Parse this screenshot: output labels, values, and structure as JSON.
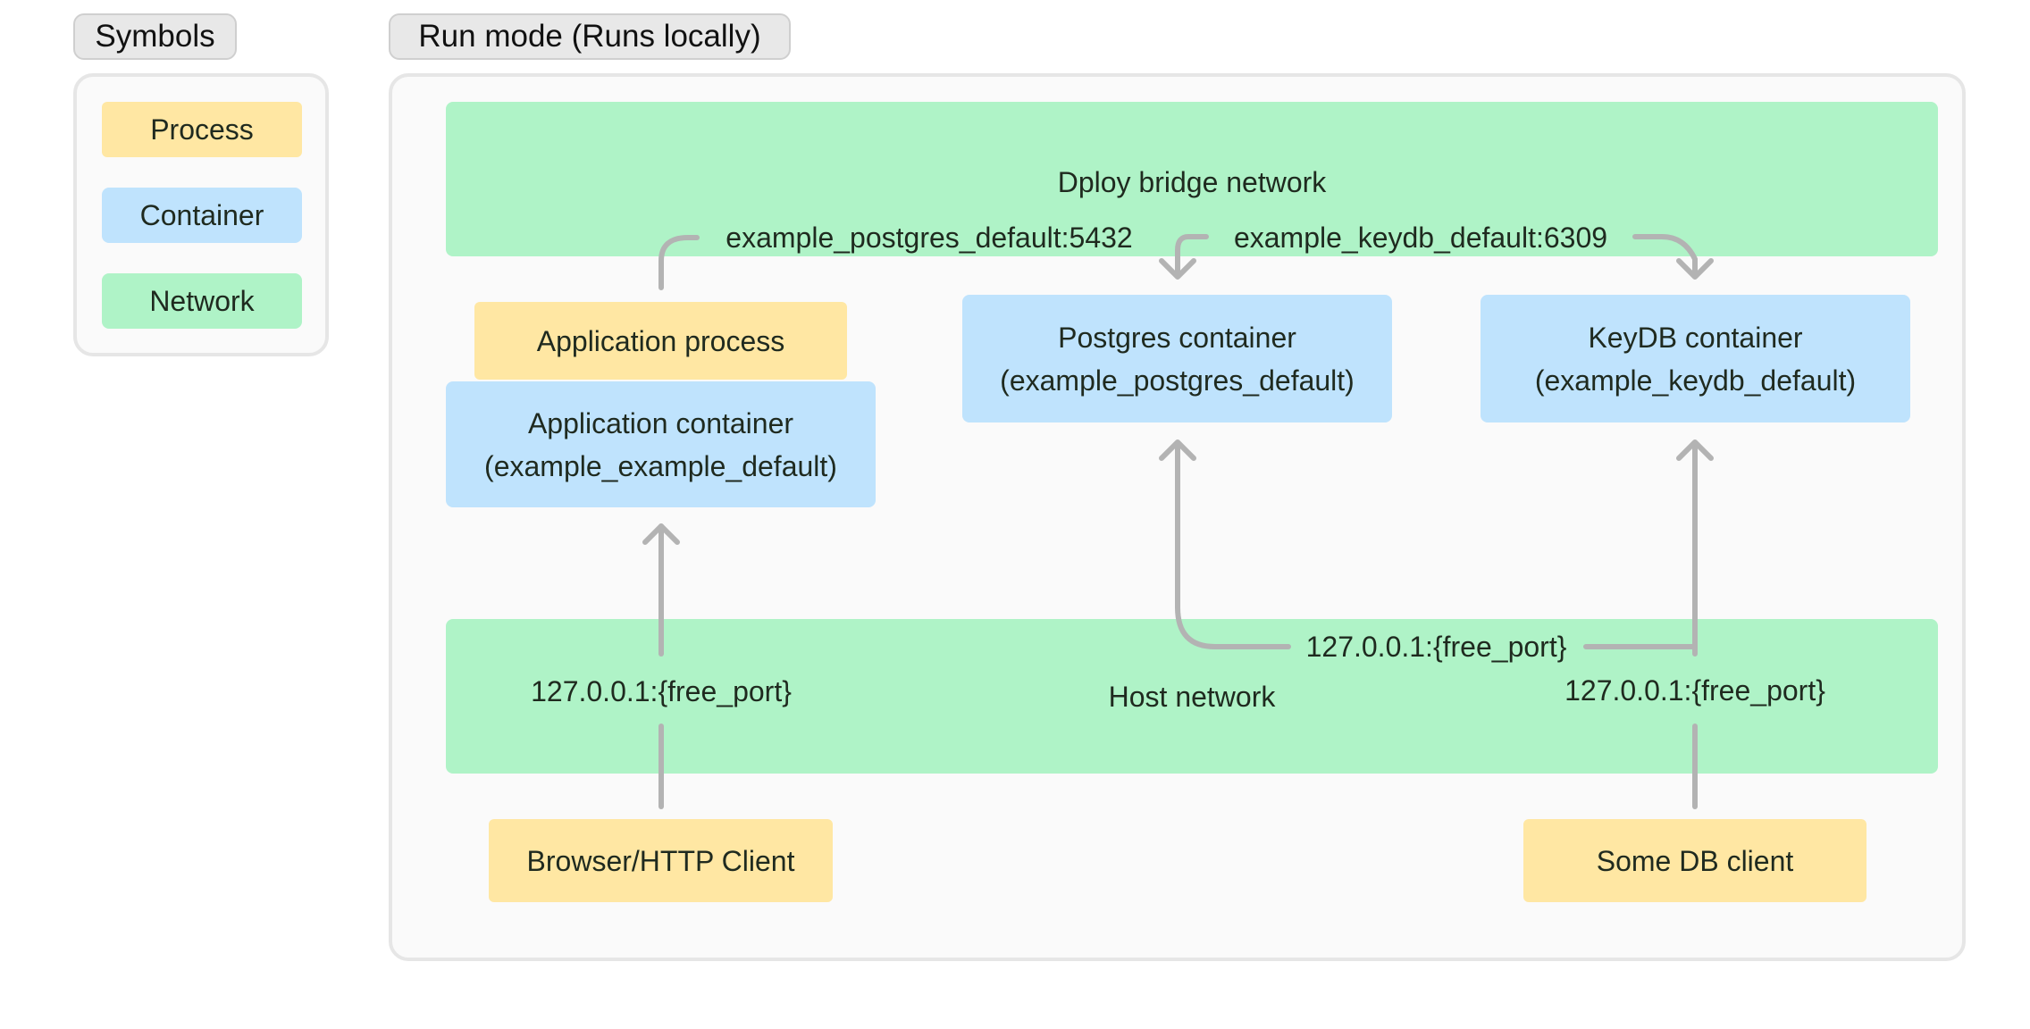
{
  "legend": {
    "title": "Symbols",
    "items": [
      {
        "label": "Process",
        "color": "#ffe7a3"
      },
      {
        "label": "Container",
        "color": "#bfe3fd"
      },
      {
        "label": "Network",
        "color": "#aff3c7"
      }
    ]
  },
  "diagram": {
    "title": "Run mode (Runs locally)",
    "bridge_network": {
      "label": "Dploy bridge network"
    },
    "host_network": {
      "label": "Host network"
    },
    "nodes": {
      "app_process": "Application process",
      "app_container": {
        "name": "Application container",
        "id": "(example_example_default)"
      },
      "postgres_container": {
        "name": "Postgres container",
        "id": "(example_postgres_default)"
      },
      "keydb_container": {
        "name": "KeyDB container",
        "id": "(example_keydb_default)"
      },
      "browser_client": "Browser/HTTP Client",
      "db_client": "Some DB client"
    },
    "edge_labels": {
      "postgres_addr": "example_postgres_default:5432",
      "keydb_addr": "example_keydb_default:6309",
      "app_host_port": "127.0.0.1:{free_port}",
      "postgres_host_port": "127.0.0.1:{free_port}",
      "keydb_host_port": "127.0.0.1:{free_port}"
    },
    "edge_color": "#b3b3b3"
  }
}
